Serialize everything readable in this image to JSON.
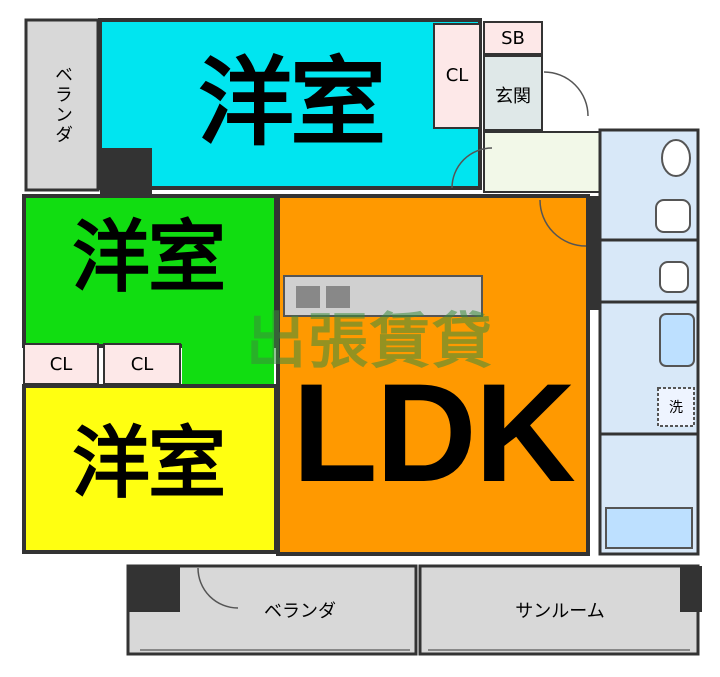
{
  "rooms": {
    "western_top": "洋室",
    "western_left": "洋室",
    "western_bottom": "洋室",
    "ldk": "LDK",
    "balcony_left": "ベランダ",
    "balcony_bottom": "ベランダ",
    "sunroom": "サンルーム",
    "entrance": "玄関",
    "shoe_box": "SB",
    "closet_top": "CL",
    "closet_left_a": "CL",
    "closet_left_b": "CL",
    "washer": "洗"
  },
  "watermark": "出張賃貸",
  "colors": {
    "western_top": "#00e5f0",
    "western_left": "#11dd11",
    "western_bottom": "#ffff11",
    "ldk": "#ff9900",
    "balcony": "#d8d8d8",
    "wet_area": "#d8e8f8",
    "closet": "#fde8e8",
    "hall": "#f2f8e8",
    "wall": "#333333"
  }
}
